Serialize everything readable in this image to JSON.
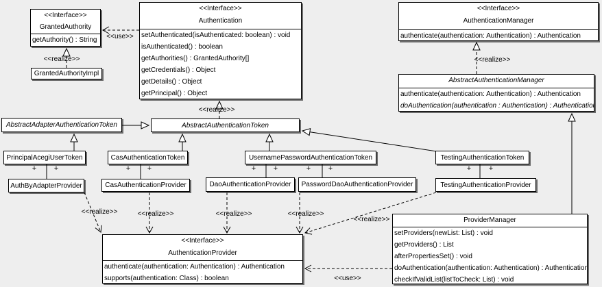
{
  "labels": {
    "interface": "<<Interface>>",
    "use": "<<use>>",
    "realize": "<<realize>>",
    "plus": "+"
  },
  "colors": {
    "background": "#eeeeee",
    "node_fill": "#ffffff",
    "line": "#000000"
  },
  "classes": {
    "granted_authority": {
      "name": "GrantedAuthority",
      "methods": [
        "getAuthority() : String"
      ]
    },
    "granted_authority_impl": {
      "name": "GrantedAuthorityImpl"
    },
    "authentication": {
      "name": "Authentication",
      "methods": [
        "setAuthenticated(isAuthenticated: boolean) : void",
        "isAuthenticated() : boolean",
        "getAuthorities() : GrantedAuthority[]",
        "getCredentials() : Object",
        "getDetails() : Object",
        "getPrincipal() : Object"
      ]
    },
    "authentication_manager": {
      "name": "AuthenticationManager",
      "methods": [
        "authenticate(authentication: Authentication) : Authentication"
      ]
    },
    "abstract_authentication_manager": {
      "name": "AbstractAuthenticationManager",
      "methods": [
        "authenticate(authentication: Authentication) : Authentication",
        "doAuthentication(authentication : Authentication) : Authentication"
      ]
    },
    "abstract_adapter_authentication_token": {
      "name": "AbstractAdapterAuthenticationToken"
    },
    "abstract_authentication_token": {
      "name": "AbstractAuthenticationToken"
    },
    "principal_acegi_user_token": {
      "name": "PrincipalAcegiUserToken"
    },
    "auth_by_adapter_provider": {
      "name": "AuthByAdapterProvider"
    },
    "cas_authentication_token": {
      "name": "CasAuthenticationToken"
    },
    "cas_authentication_provider": {
      "name": "CasAuthenticationProvider"
    },
    "username_password_authentication_token": {
      "name": "UsernamePasswordAuthenticationToken"
    },
    "dao_authentication_provider": {
      "name": "DaoAuthenticationProvider"
    },
    "password_dao_authentication_provider": {
      "name": "PasswordDaoAuthenticationProvider"
    },
    "testing_authentication_token": {
      "name": "TestingAuthenticationToken"
    },
    "testing_authentication_provider": {
      "name": "TestingAuthenticationProvider"
    },
    "provider_manager": {
      "name": "ProviderManager",
      "methods": [
        "setProviders(newList: List) : void",
        "getProviders() : List",
        "afterPropertiesSet() : void",
        "doAuthentication(authentication: Authentication) : Authentication",
        "checkIfValidList(listToCheck: List) : void"
      ]
    },
    "authentication_provider": {
      "name": "AuthenticationProvider",
      "methods": [
        "authenticate(authentication: Authentication) : Authentication",
        "supports(authentication: Class) : boolean"
      ]
    }
  }
}
